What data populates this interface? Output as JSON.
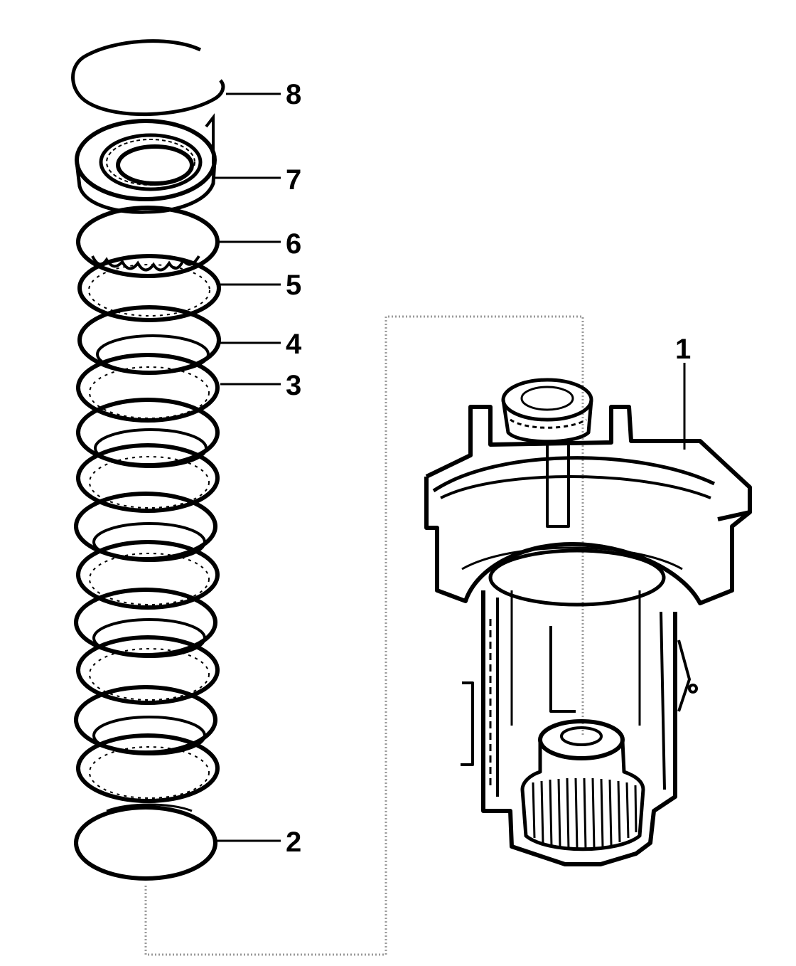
{
  "diagram": {
    "callouts": [
      {
        "id": "1",
        "label": "1",
        "part": "clutch-housing"
      },
      {
        "id": "2",
        "label": "2",
        "part": "bottom-clutch-plate"
      },
      {
        "id": "3",
        "label": "3",
        "part": "steel-plate"
      },
      {
        "id": "4",
        "label": "4",
        "part": "friction-disc"
      },
      {
        "id": "5",
        "label": "5",
        "part": "steel-plate"
      },
      {
        "id": "6",
        "label": "6",
        "part": "wave-spring"
      },
      {
        "id": "7",
        "label": "7",
        "part": "pressure-plate"
      },
      {
        "id": "8",
        "label": "8",
        "part": "snap-ring"
      }
    ],
    "colors": {
      "ink": "#000000",
      "background": "#ffffff",
      "guide": "#9a9a9a"
    }
  }
}
